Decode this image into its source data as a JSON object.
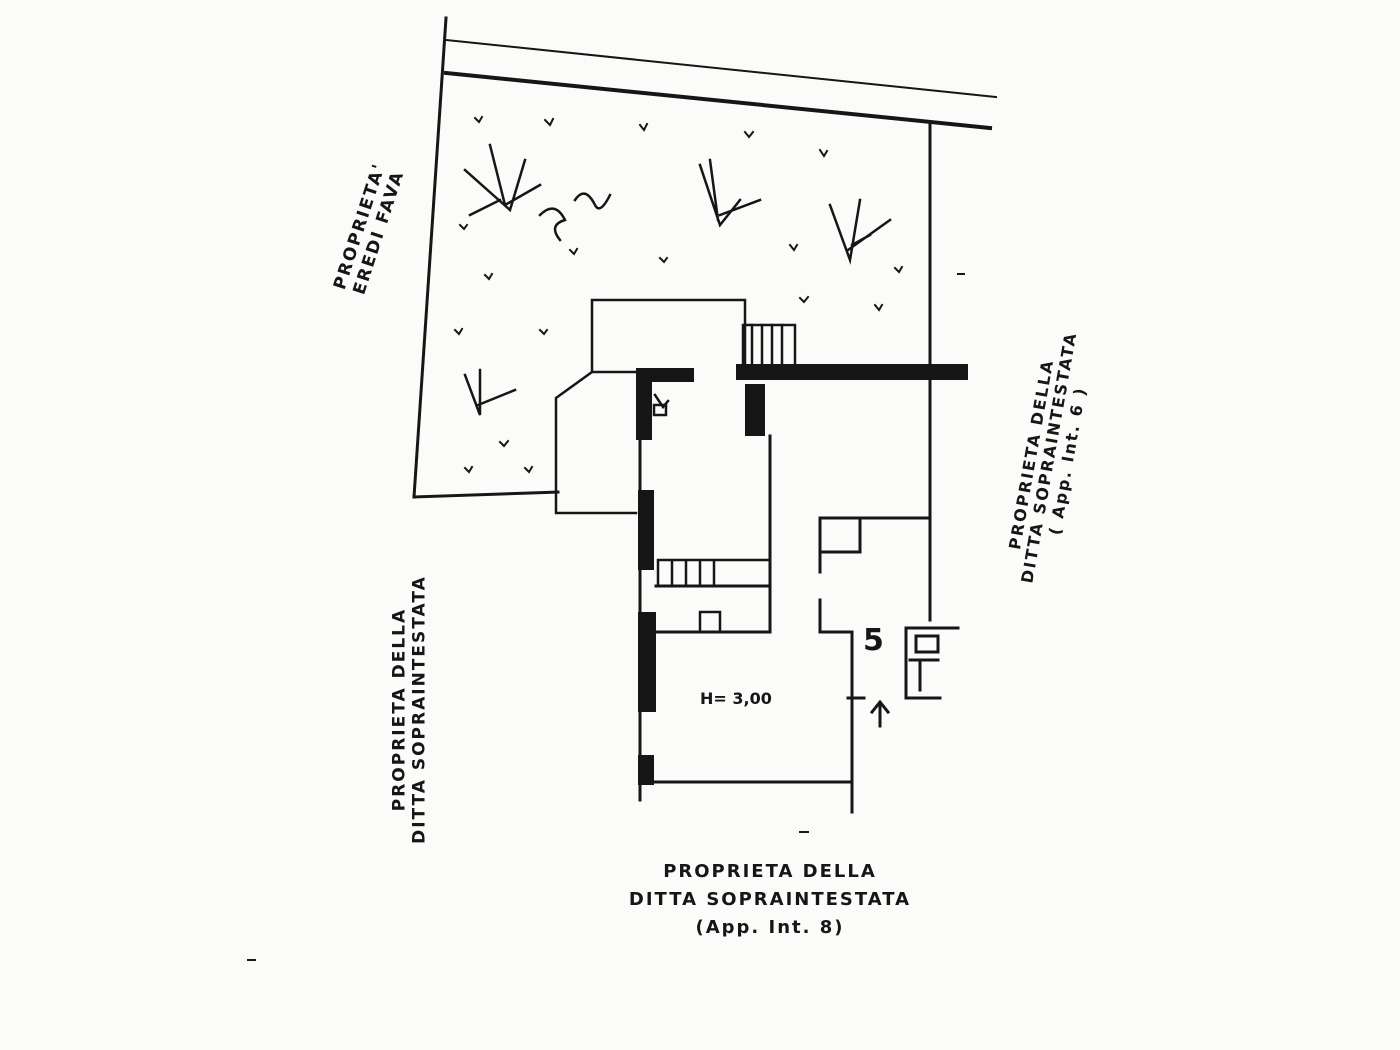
{
  "plan": {
    "neighbor_northwest": [
      "PROPRIETA'",
      "EREDI FAVA"
    ],
    "neighbor_west": [
      "PROPRIETA DELLA",
      "DITTA SOPRAINTESTATA"
    ],
    "neighbor_east": [
      "PROPRIETA DELLA",
      "DITTA SOPRAINTESTATA",
      "( App. Int. 6 )"
    ],
    "neighbor_south": [
      "PROPRIETA DELLA",
      "DITTA SOPRAINTESTATA",
      "(App. Int. 8)"
    ],
    "room_height": "H= 3,00",
    "unit_number": "5"
  },
  "colors": {
    "ink": "#161616",
    "paper": "#fbfbf9"
  }
}
